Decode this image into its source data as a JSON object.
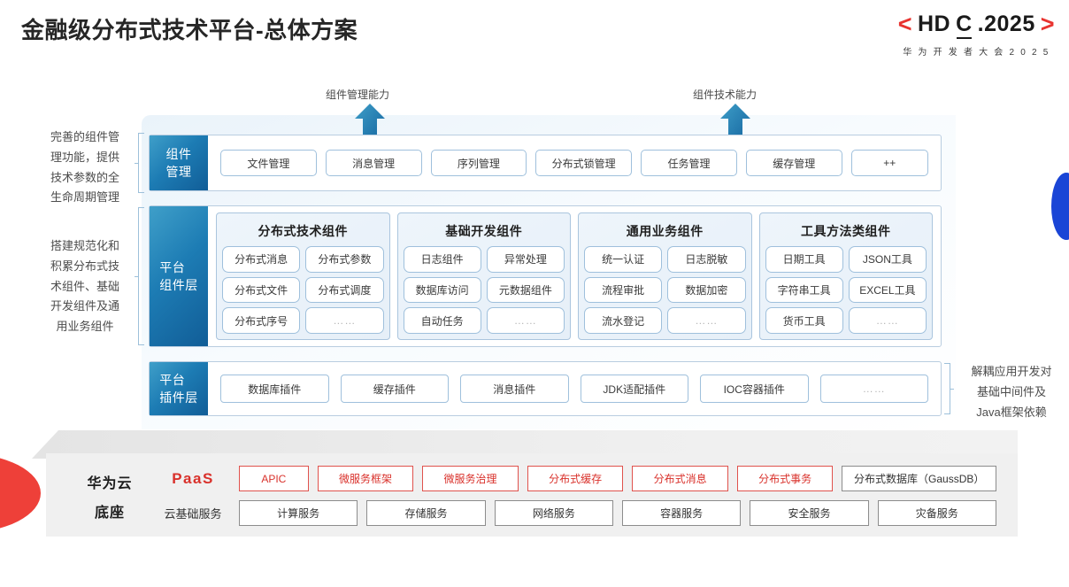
{
  "header": {
    "title": "金融级分布式技术平台-总体方案",
    "logo": {
      "bracket_left": "<",
      "bracket_right": ">",
      "text_before": "HD",
      "text_c": "C",
      "text_after": ".2025",
      "subtitle": "华 为 开 发 者 大 会 2 0 2 5",
      "accent_color": "#e8332f"
    }
  },
  "callouts": {
    "left_arrow_label": "组件管理能力",
    "right_arrow_label": "组件技术能力"
  },
  "side_notes": {
    "left_top": "完善的组件管\n理功能，提供\n技术参数的全\n生命周期管理",
    "left_bottom": "搭建规范化和\n积累分布式技\n术组件、基础\n开发组件及通\n用业务组件",
    "right_plugin": "解耦应用开发对\n基础中间件及\nJava框架依赖"
  },
  "rows": {
    "management": {
      "label": "组件\n管理",
      "items": [
        "文件管理",
        "消息管理",
        "序列管理",
        "分布式锁管理",
        "任务管理",
        "缓存管理",
        "++"
      ]
    },
    "component_layer": {
      "label": "平台\n组件层",
      "groups": [
        {
          "title": "分布式技术组件",
          "items": [
            "分布式消息",
            "分布式参数",
            "分布式文件",
            "分布式调度",
            "分布式序号",
            "……"
          ]
        },
        {
          "title": "基础开发组件",
          "items": [
            "日志组件",
            "异常处理",
            "数据库访问",
            "元数据组件",
            "自动任务",
            "……"
          ]
        },
        {
          "title": "通用业务组件",
          "items": [
            "统一认证",
            "日志脱敏",
            "流程审批",
            "数据加密",
            "流水登记",
            "……"
          ]
        },
        {
          "title": "工具方法类组件",
          "items": [
            "日期工具",
            "JSON工具",
            "字符串工具",
            "EXCEL工具",
            "货币工具",
            "……"
          ]
        }
      ]
    },
    "plugin_layer": {
      "label": "平台\n插件层",
      "items": [
        "数据库插件",
        "缓存插件",
        "消息插件",
        "JDK适配插件",
        "IOC容器插件",
        "……"
      ]
    }
  },
  "base": {
    "title": "华为云\n底座",
    "title_line1": "华为云",
    "title_line2": "底座",
    "paas": {
      "label": "PaaS",
      "items": [
        {
          "text": "APIC",
          "style": "red",
          "flex": 0.72
        },
        {
          "text": "微服务框架",
          "style": "red",
          "flex": 1
        },
        {
          "text": "微服务治理",
          "style": "red",
          "flex": 1
        },
        {
          "text": "分布式缓存",
          "style": "red",
          "flex": 1
        },
        {
          "text": "分布式消息",
          "style": "red",
          "flex": 1
        },
        {
          "text": "分布式事务",
          "style": "red",
          "flex": 1
        },
        {
          "text": "分布式数据库（GaussDB）",
          "style": "gray",
          "flex": 1.62
        }
      ]
    },
    "cloud": {
      "label": "云基础服务",
      "items": [
        {
          "text": "计算服务",
          "style": "gray",
          "flex": 1
        },
        {
          "text": "存储服务",
          "style": "gray",
          "flex": 1
        },
        {
          "text": "网络服务",
          "style": "gray",
          "flex": 1
        },
        {
          "text": "容器服务",
          "style": "gray",
          "flex": 1
        },
        {
          "text": "安全服务",
          "style": "gray",
          "flex": 1
        },
        {
          "text": "灾备服务",
          "style": "gray",
          "flex": 1
        }
      ]
    }
  },
  "colors": {
    "brand_red": "#e8332f",
    "label_blue_start": "#3f9fc9",
    "label_blue_end": "#115d97",
    "arrow_blue": "#1b6fa8",
    "chip_border": "#9fc0dc"
  }
}
